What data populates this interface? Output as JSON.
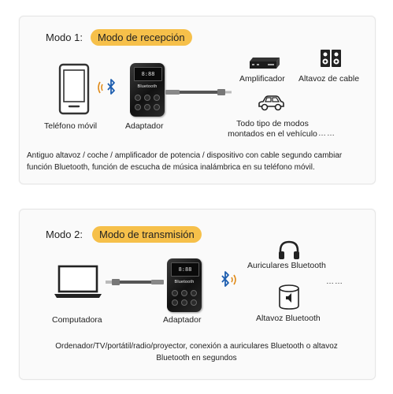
{
  "mode1": {
    "label": "Modo 1:",
    "pill": "Modo de recepción",
    "phone_caption": "Teléfono móvil",
    "adapter_caption": "Adaptador",
    "amp_caption": "Amplificador",
    "speaker_caption": "Altavoz de cable",
    "car_caption_line1": "Todo tipo de modos",
    "car_caption_line2": "montados en el vehículo",
    "car_dots": "……",
    "description_line1": "Antiguo altavoz / coche / amplificador de potencia / dispositivo con cable segundo cambiar",
    "description_line2": "función Bluetooth, función de escucha de música inalámbrica en su teléfono móvil."
  },
  "mode2": {
    "label": "Modo 2:",
    "pill": "Modo de transmisión",
    "computer_caption": "Computadora",
    "adapter_caption": "Adaptador",
    "headphones_caption": "Auriculares Bluetooth",
    "speaker_caption": "Altavoz Bluetooth",
    "dots": "……",
    "description_line1": "Ordenador/TV/portátil/radio/proyector, conexión a auriculares Bluetooth o altavoz",
    "description_line2": "Bluetooth en segundos"
  },
  "adapter_device": {
    "screen_text": "8:88",
    "brand": "Bluetooth"
  },
  "colors": {
    "pill": "#f6c04a",
    "bluetooth": "#1f5fb0",
    "signal": "#e08b1a"
  }
}
